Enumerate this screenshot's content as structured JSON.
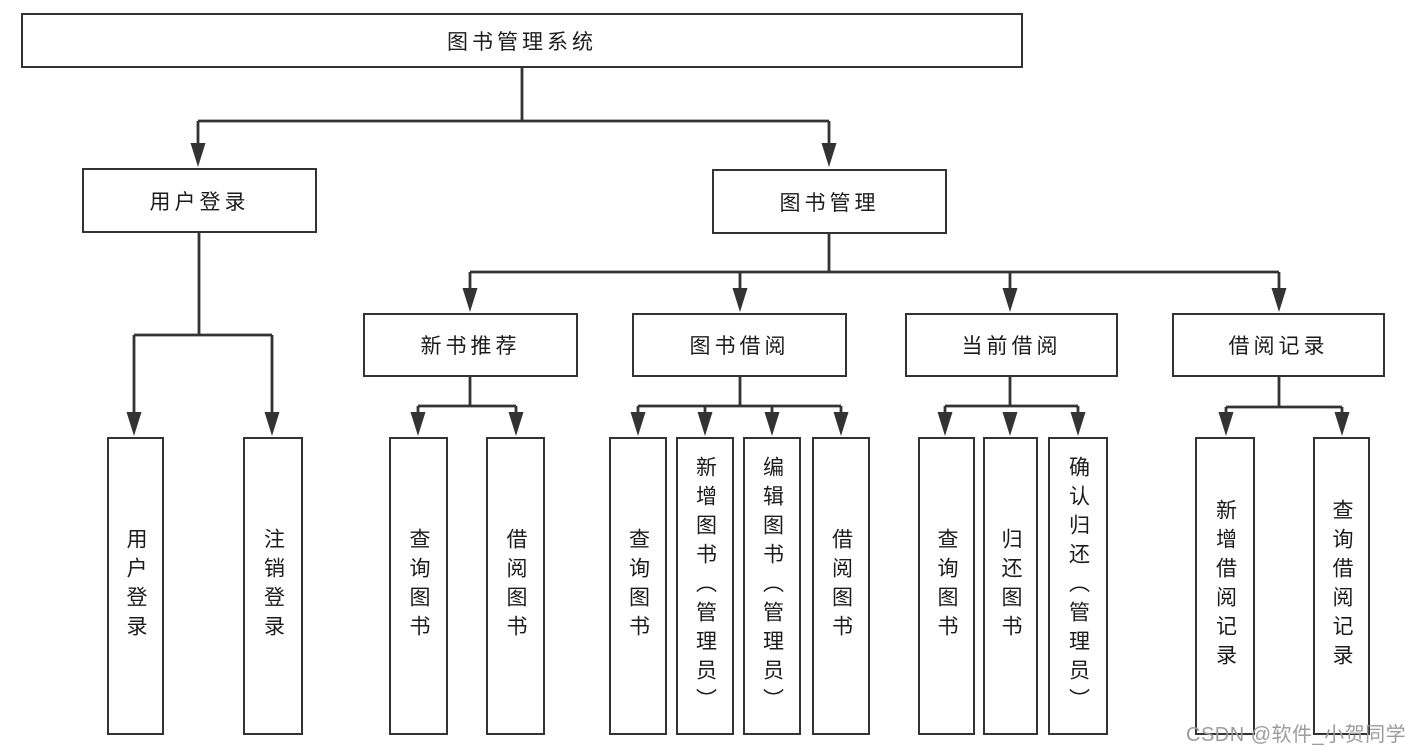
{
  "diagram": {
    "root": {
      "label": "图书管理系统"
    },
    "branches": [
      {
        "label": "用户登录",
        "children": [
          {
            "label": "用户登录"
          },
          {
            "label": "注销登录"
          }
        ]
      },
      {
        "label": "图书管理",
        "children": [
          {
            "label": "新书推荐",
            "children": [
              {
                "label": "查询图书"
              },
              {
                "label": "借阅图书"
              }
            ]
          },
          {
            "label": "图书借阅",
            "children": [
              {
                "label": "查询图书"
              },
              {
                "label": "新增图书（管理员）"
              },
              {
                "label": "编辑图书（管理员）"
              },
              {
                "label": "借阅图书"
              }
            ]
          },
          {
            "label": "当前借阅",
            "children": [
              {
                "label": "查询图书"
              },
              {
                "label": "归还图书"
              },
              {
                "label": "确认归还（管理员）"
              }
            ]
          },
          {
            "label": "借阅记录",
            "children": [
              {
                "label": "新增借阅记录"
              },
              {
                "label": "查询借阅记录"
              }
            ]
          }
        ]
      }
    ]
  },
  "watermark": {
    "text": "CSDN @软件_小贺同学"
  },
  "colors": {
    "line": "#333333",
    "box_border": "#333333",
    "box_fill": "#ffffff",
    "text": "#1c1c1c",
    "watermark": "#9c9c9c",
    "background": "#ffffff"
  }
}
